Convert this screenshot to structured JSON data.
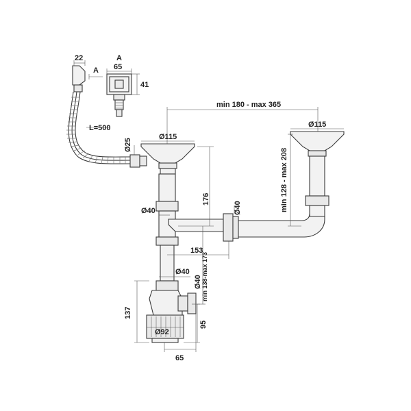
{
  "labels": {
    "d22": "22",
    "a_top": "A",
    "a_side": "A",
    "d65_top": "65",
    "d41": "41",
    "overflow_length": "L=500",
    "d25": "Ø25",
    "d115_left": "Ø115",
    "d115_right": "Ø115",
    "span": "min 180 - max 365",
    "right_height": "min 128 - max 208",
    "d176": "176",
    "d40_right": "Ø40",
    "d40_left": "Ø40",
    "d153": "153",
    "d40_lower": "Ø40",
    "d40_vert": "Ø40",
    "d138_173": "min 138-max 173",
    "d137": "137",
    "d95": "95",
    "d92": "Ø92",
    "d65_bottom": "65"
  }
}
